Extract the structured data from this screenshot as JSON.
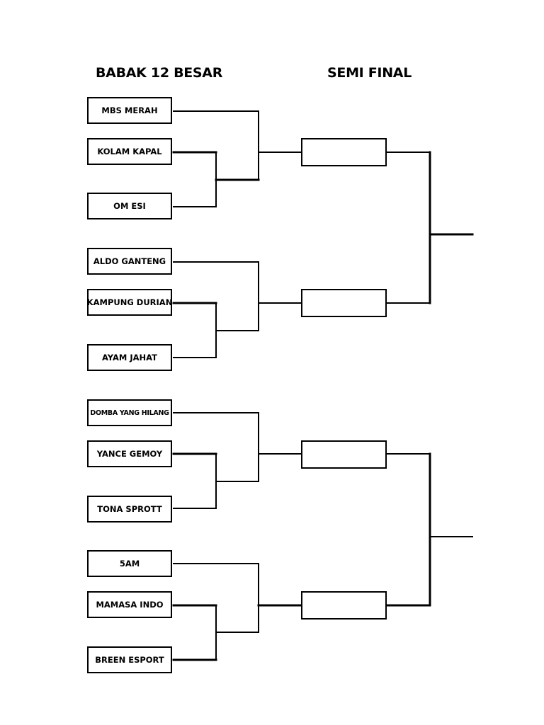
{
  "headings": {
    "round1": "BABAK 12 BESAR",
    "semifinal": "SEMI FINAL"
  },
  "teams": [
    "MBS MERAH",
    "KOLAM KAPAL",
    "OM ESI",
    "ALDO GANTENG",
    "KAMPUNG DURIAN",
    "AYAM JAHAT",
    "DOMBA YANG HILANG",
    "YANCE GEMOY",
    "TONA SPROTT",
    "5AM",
    "MAMASA INDO",
    "BREEN ESPORT"
  ],
  "semifinal_slots": [
    "",
    "",
    "",
    ""
  ]
}
